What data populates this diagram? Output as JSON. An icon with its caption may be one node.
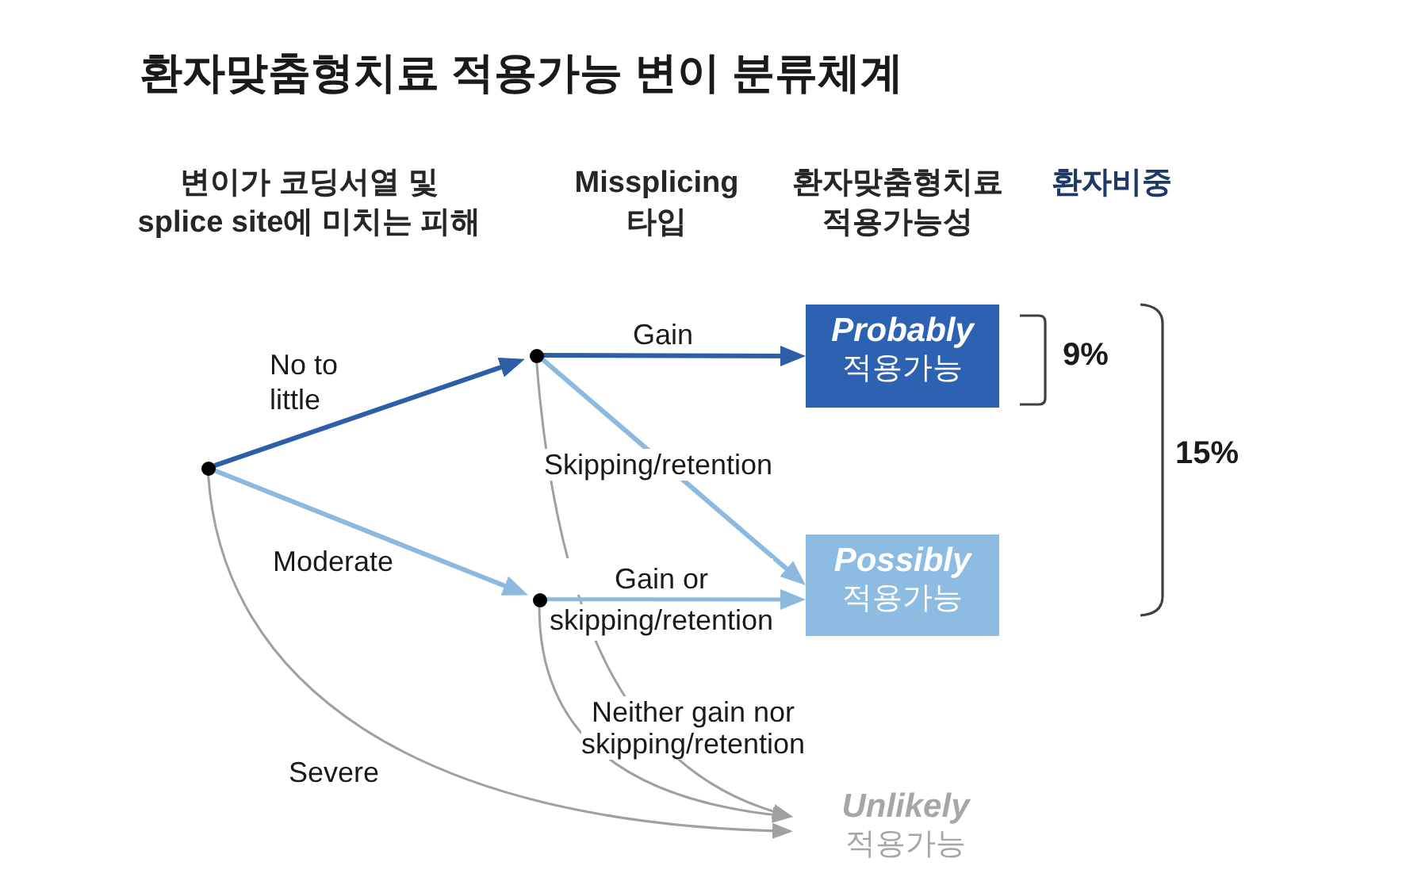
{
  "diagram": {
    "title": "환자맞춤형치료 적용가능 변이 분류체계",
    "nodes": [
      {
        "text": [],
        "shape": "circle"
      },
      {
        "text": [],
        "shape": "circle"
      },
      {
        "text": [],
        "shape": "circle"
      },
      {
        "text": [
          "Probably",
          "적용가능"
        ]
      },
      {
        "text": [
          "Possibly",
          "적용가능"
        ]
      },
      {
        "text": [
          "Unlikely",
          "적용가능"
        ]
      }
    ],
    "edges": [
      {
        "from": 0,
        "to": 1,
        "arrow": "to",
        "label": "No to little",
        "color": "#2f5ea8"
      },
      {
        "from": 0,
        "to": 2,
        "arrow": "to",
        "label": "Moderate",
        "color": "#8cb9df"
      },
      {
        "from": 0,
        "to": 5,
        "arrow": "to",
        "label": "Severe",
        "color": "#a0a0a0"
      },
      {
        "from": 1,
        "to": 3,
        "arrow": "to",
        "label": "Gain",
        "color": "#2f5ea8"
      },
      {
        "from": 1,
        "to": 4,
        "arrow": "to",
        "label": "Skipping/retention",
        "color": "#8cb9df"
      },
      {
        "from": 1,
        "to": 5,
        "arrow": "to",
        "color": "#a0a0a0"
      },
      {
        "from": 2,
        "to": 4,
        "arrow": "to",
        "label": "Gain or skipping/retention",
        "color": "#8cb9df"
      },
      {
        "from": 2,
        "to": 5,
        "arrow": "to",
        "label": "Neither gain nor skipping/retention",
        "color": "#a0a0a0"
      }
    ],
    "labels": [
      "변이가 코딩서열 및 splice site에 미치는 피해",
      "Missplicing 타입",
      "환자맞춤형치료 적용가능성",
      "환자비중",
      "9%",
      "15%"
    ]
  }
}
